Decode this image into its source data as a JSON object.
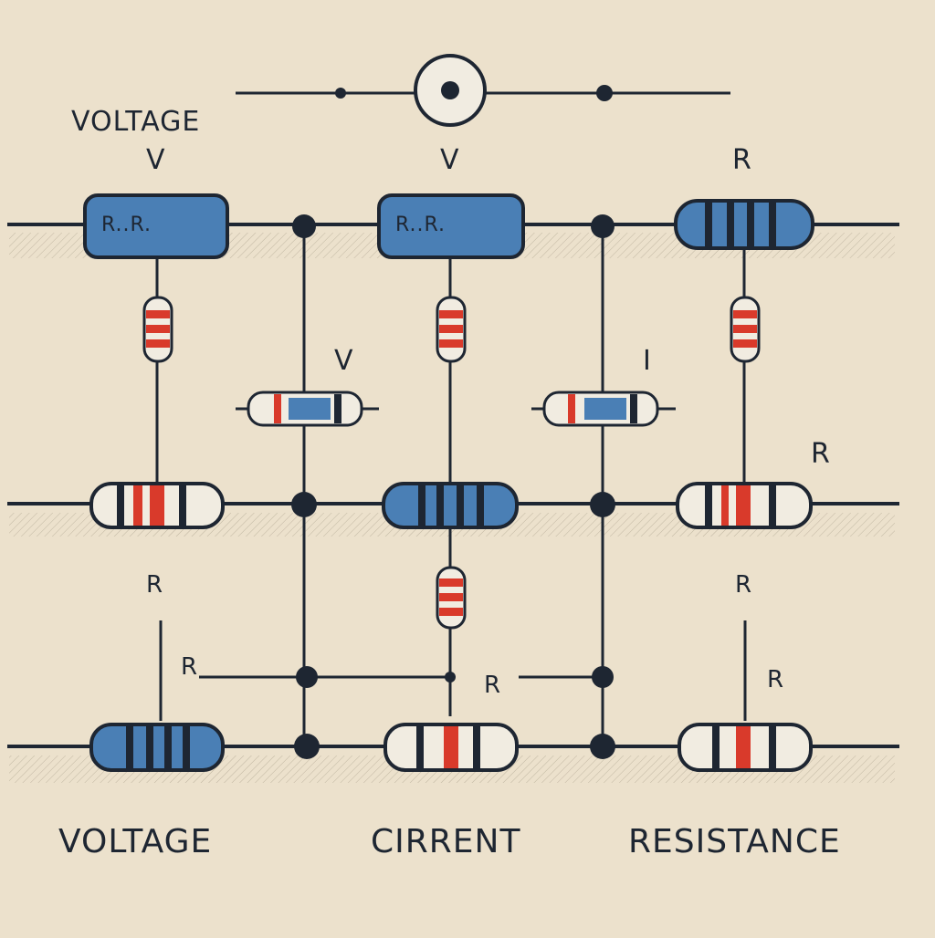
{
  "colors": {
    "paper": "#ece1cc",
    "wire": "#1e2632",
    "resistor_blue": "#4a7fb5",
    "resistor_cream": "#f1ece1",
    "band_red": "#d93a2b",
    "band_dark": "#1e2632"
  },
  "labels": {
    "voltage_top": "VOLTAGE",
    "v_left": "V",
    "v_center": "V",
    "r_right_top": "R",
    "v_mid": "V",
    "i_mid": "I",
    "r_right_mid": "R",
    "r_left_lower": "R",
    "r_left_inner": "R",
    "r_center_lower": "R",
    "r_right_lower": "R",
    "r_right_inner": "R",
    "bottom_voltage": "VOLTAGE",
    "bottom_current": "CIRRENT",
    "bottom_resistance": "RESISTANCE"
  },
  "resistors": {
    "top_left_text": "R..R.",
    "top_center_text": "R..R."
  }
}
